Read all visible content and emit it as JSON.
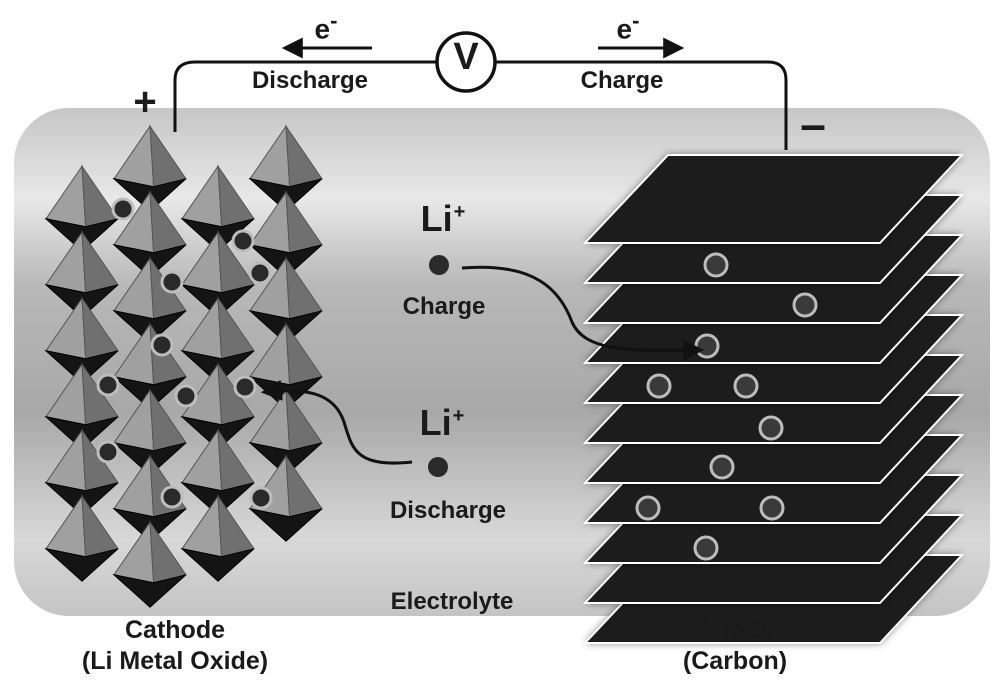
{
  "circuit": {
    "electron_symbol": "e",
    "electron_sup": "-",
    "voltmeter_label": "V",
    "discharge_label": "Discharge",
    "charge_label": "Charge",
    "positive_sign": "+",
    "negative_sign": "–"
  },
  "ions": {
    "symbol": "Li",
    "sup": "+",
    "charge_label": "Charge",
    "discharge_label": "Discharge"
  },
  "electrolyte_label": "Electrolyte",
  "cathode": {
    "line1": "Cathode",
    "line2": "(Li Metal Oxide)"
  },
  "anode": {
    "line1": "Anode",
    "line2": "(Carbon)"
  },
  "colors": {
    "cell_body": "#b8b8b8",
    "octa_light": "#a0a0a0",
    "octa_dark": "#707070",
    "octa_base": "#141414",
    "graphite_sheet": "#1c1c1c",
    "ion_dark": "#2a2a2a",
    "ion_ring": "#bdbdbd",
    "wire": "#111111"
  }
}
